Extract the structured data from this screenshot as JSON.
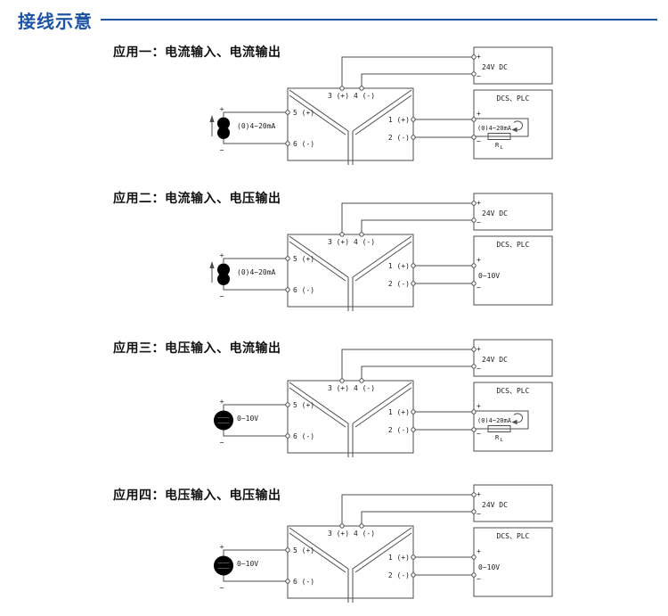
{
  "header": {
    "title": "接线示意"
  },
  "colors": {
    "accent": "#1d53a3",
    "line": "#4d4d4d",
    "text": "#1a1a1a"
  },
  "shared": {
    "power_label": "24V DC",
    "dcs_label": "DCS、PLC",
    "plus": "+",
    "minus": "−",
    "rl_base": "R",
    "rl_sub": "L",
    "terminals": {
      "t1": "1 (+)",
      "t2": "2 (-)",
      "t3": "3 (+)",
      "t4": "4 (-)",
      "t5": "5 (+)",
      "t6": "6 (-)"
    }
  },
  "apps": [
    {
      "title": "应用一：电流输入、电流输出",
      "input_type": "current",
      "input_label": "(0)4~20mA",
      "output_type": "current",
      "output_label": "(0)4~20mA"
    },
    {
      "title": "应用二：电流输入、电压输出",
      "input_type": "current",
      "input_label": "(0)4~20mA",
      "output_type": "voltage",
      "output_label": "0~10V"
    },
    {
      "title": "应用三：电压输入、电流输出",
      "input_type": "voltage",
      "input_label": "0~10V",
      "output_type": "current",
      "output_label": "(0)4~20mA"
    },
    {
      "title": "应用四：电压输入、电压输出",
      "input_type": "voltage",
      "input_label": "0~10V",
      "output_type": "voltage",
      "output_label": "0~10V"
    }
  ]
}
